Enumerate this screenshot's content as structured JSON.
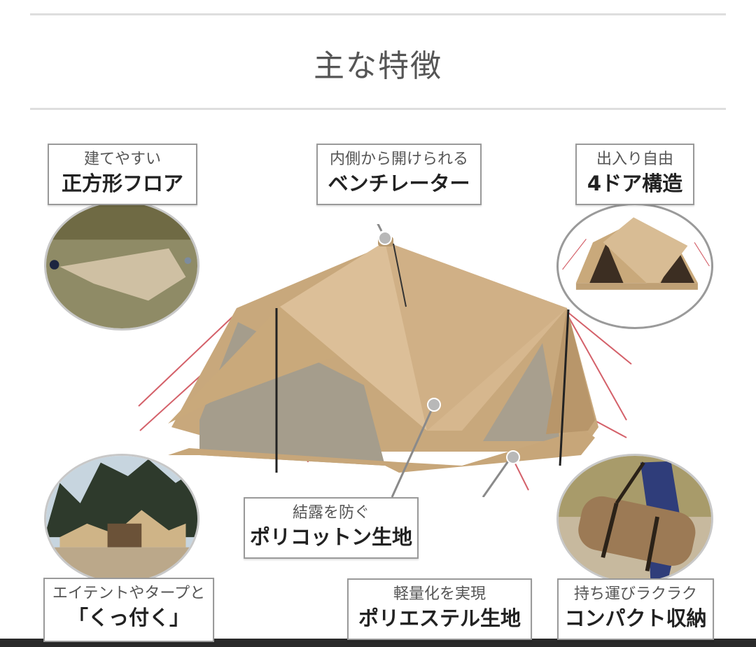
{
  "header": {
    "title": "主な特徴"
  },
  "features": [
    {
      "id": "square-floor",
      "sub": "建てやすい",
      "main": "正方形フロア",
      "image": "flat-ground-sheet-photo"
    },
    {
      "id": "ventilator",
      "sub": "内側から開けられる",
      "main": "ベンチレーター"
    },
    {
      "id": "four-door",
      "sub": "出入り自由",
      "main": "4ドア構造",
      "image": "open-tent-photo"
    },
    {
      "id": "polycotton",
      "sub": "結露を防ぐ",
      "main": "ポリコットン生地"
    },
    {
      "id": "connect",
      "sub": "エイテントやタープと",
      "main": "「くっ付く」",
      "image": "connected-tents-photo"
    },
    {
      "id": "polyester",
      "sub": "軽量化を実現",
      "main": "ポリエステル生地"
    },
    {
      "id": "compact",
      "sub": "持ち運びラクラク",
      "main": "コンパクト収納",
      "image": "carry-bag-photo"
    }
  ],
  "colors": {
    "tent_canvas": "#d3b48a",
    "tent_shadow": "#b8966a",
    "mesh": "#a59d8c",
    "guy_line": "#d4616a",
    "divider": "#dedede",
    "box_border": "#9a9a9a"
  }
}
